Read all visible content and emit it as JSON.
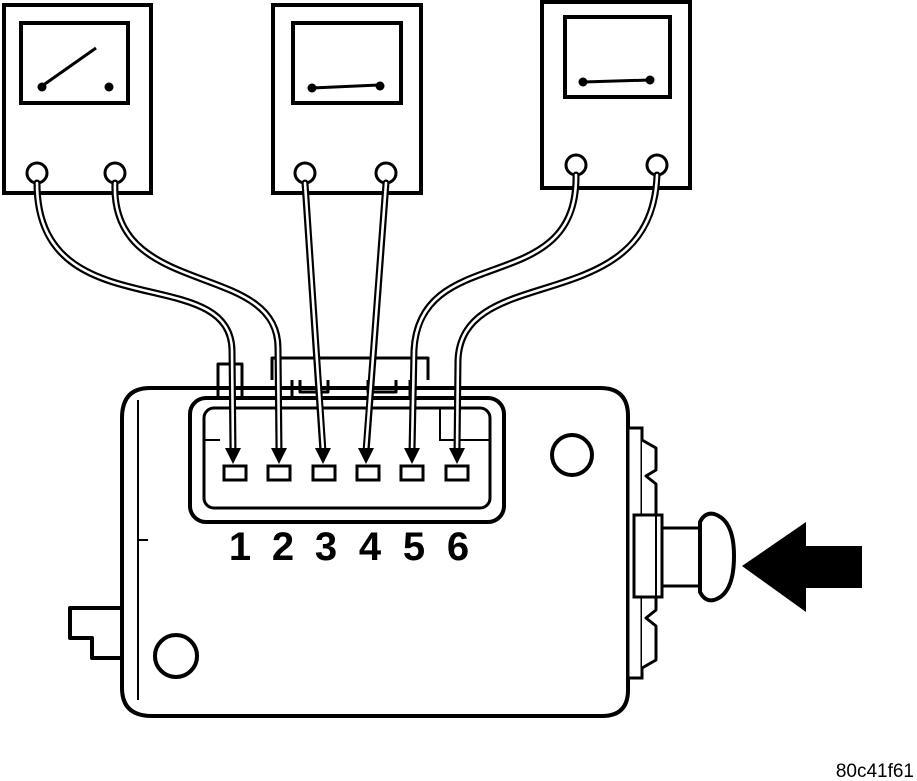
{
  "diagram": {
    "meters": [
      {
        "id": "meter-1",
        "state": "open",
        "leads_to_pins": [
          "1",
          "2"
        ]
      },
      {
        "id": "meter-2",
        "state": "closed",
        "leads_to_pins": [
          "3",
          "4"
        ]
      },
      {
        "id": "meter-3",
        "state": "closed",
        "leads_to_pins": [
          "5",
          "6"
        ]
      }
    ],
    "pins": [
      "1",
      "2",
      "3",
      "4",
      "5",
      "6"
    ],
    "press_direction": "left",
    "figure_code": "80c41f61",
    "colors": {
      "ink": "#000000",
      "paper": "#ffffff"
    }
  }
}
